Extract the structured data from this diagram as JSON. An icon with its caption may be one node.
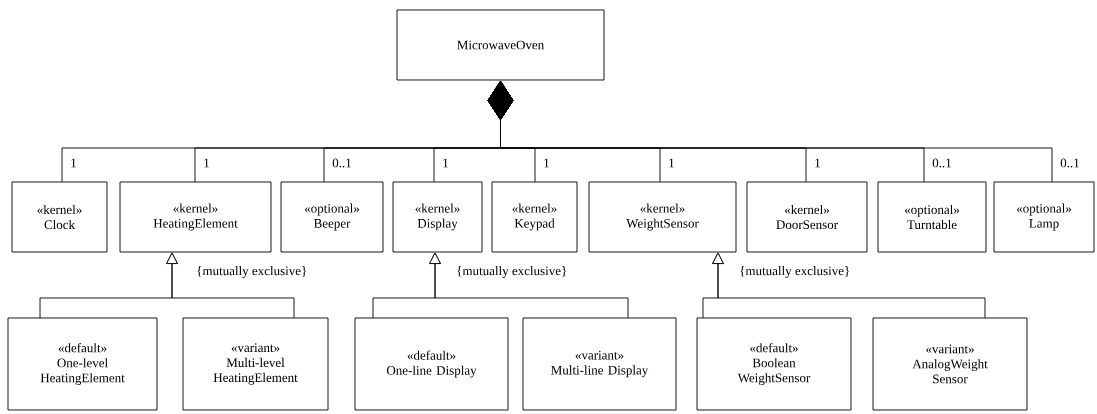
{
  "diagram": {
    "nodes": [
      {
        "text": [
          "MicrowaveOven"
        ]
      },
      {
        "text": [
          "«kernel»",
          "Clock"
        ]
      },
      {
        "text": [
          "«kernel»",
          "HeatingElement"
        ]
      },
      {
        "text": [
          "«optional»",
          "Beeper"
        ]
      },
      {
        "text": [
          "«kernel»",
          "Display"
        ]
      },
      {
        "text": [
          "«kernel»",
          "Keypad"
        ]
      },
      {
        "text": [
          "«kernel»",
          "WeightSensor"
        ]
      },
      {
        "text": [
          "«kernel»",
          "DoorSensor"
        ]
      },
      {
        "text": [
          "«optional»",
          "Turntable"
        ]
      },
      {
        "text": [
          "«optional»",
          "Lamp"
        ]
      },
      {
        "text": [
          "«default»",
          "One-level HeatingElement"
        ]
      },
      {
        "text": [
          "«variant»",
          "Multi-level HeatingElement"
        ]
      },
      {
        "text": [
          "«default»",
          "One-line Display"
        ]
      },
      {
        "text": [
          "«variant»",
          "Multi-line Display"
        ]
      },
      {
        "text": [
          "«default»",
          "Boolean WeightSensor"
        ]
      },
      {
        "text": [
          "«variant»",
          "AnalogWeight Sensor"
        ]
      }
    ],
    "edges": [
      {
        "from": 0,
        "to": 1,
        "arrow": "other",
        "label": "1"
      },
      {
        "from": 0,
        "to": 2,
        "arrow": "other",
        "label": "1"
      },
      {
        "from": 0,
        "to": 3,
        "arrow": "other",
        "label": "0..1"
      },
      {
        "from": 0,
        "to": 4,
        "arrow": "other",
        "label": "1"
      },
      {
        "from": 0,
        "to": 5,
        "arrow": "other",
        "label": "1"
      },
      {
        "from": 0,
        "to": 6,
        "arrow": "other",
        "label": "1"
      },
      {
        "from": 0,
        "to": 7,
        "arrow": "other",
        "label": "1"
      },
      {
        "from": 0,
        "to": 8,
        "arrow": "other",
        "label": "0..1"
      },
      {
        "from": 0,
        "to": 9,
        "arrow": "other",
        "label": "0..1"
      },
      {
        "from": 10,
        "to": 2,
        "arrow": "to"
      },
      {
        "from": 11,
        "to": 2,
        "arrow": "to"
      },
      {
        "from": 12,
        "to": 4,
        "arrow": "to"
      },
      {
        "from": 13,
        "to": 4,
        "arrow": "to"
      },
      {
        "from": 14,
        "to": 6,
        "arrow": "to"
      },
      {
        "from": 15,
        "to": 6,
        "arrow": "to"
      }
    ],
    "labels": [
      "{mutually exclusive}",
      "{mutually exclusive}",
      "{mutually exclusive}"
    ]
  }
}
